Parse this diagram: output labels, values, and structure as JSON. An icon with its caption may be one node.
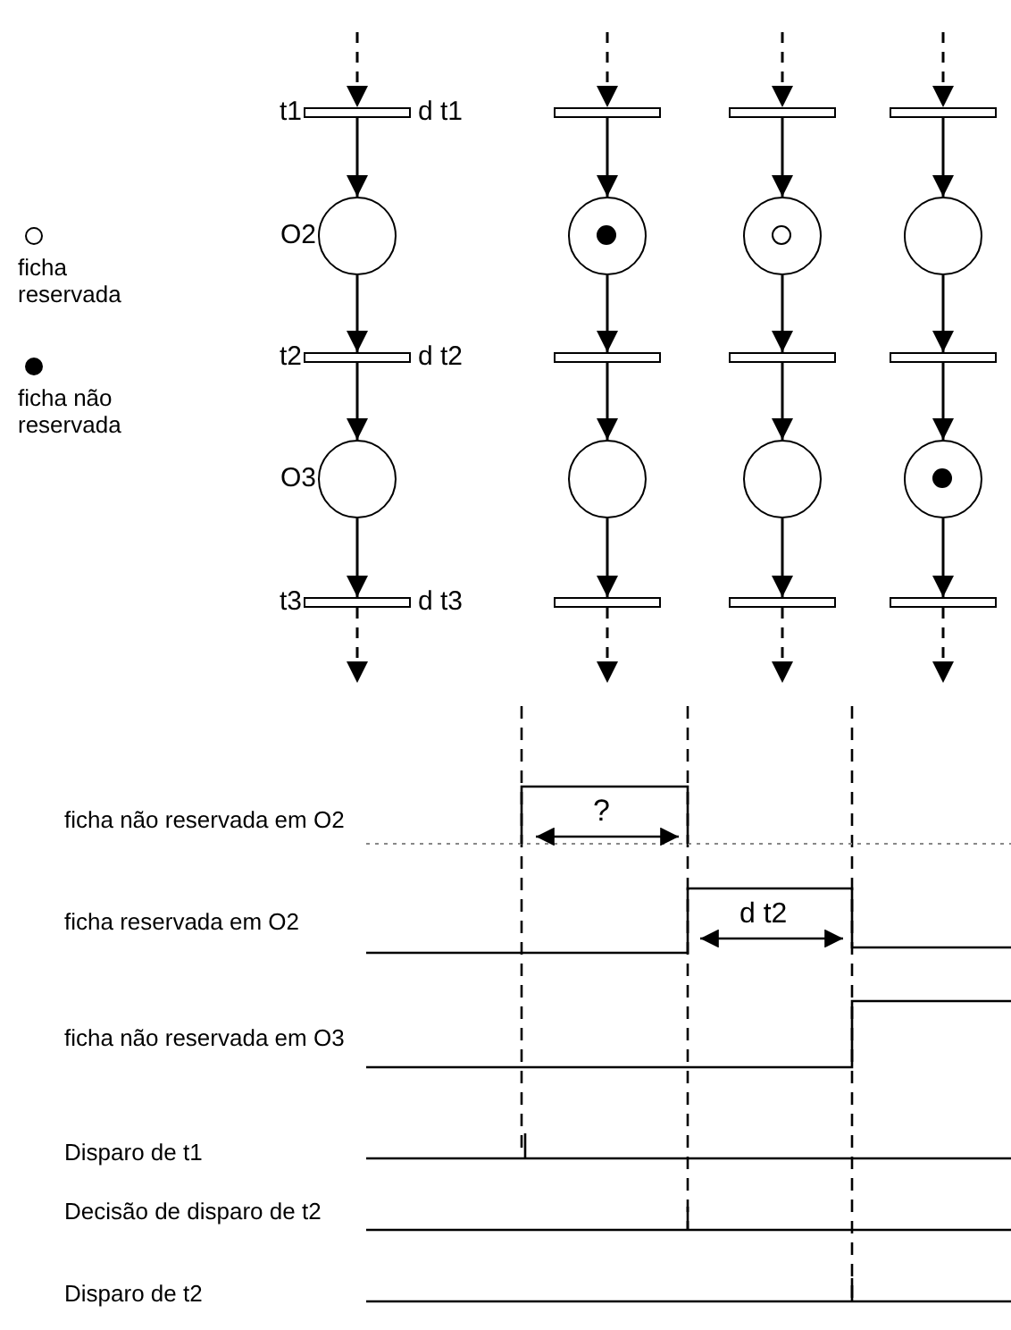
{
  "diagram": {
    "nodes": [
      {
        "text": [
          "t1"
        ],
        "beside": [
          "d t1"
        ]
      },
      {
        "text": [
          "O2"
        ]
      },
      {
        "text": [
          "t2"
        ],
        "beside": [
          "d t2"
        ]
      },
      {
        "text": [
          "O3"
        ]
      },
      {
        "text": [
          "t3"
        ],
        "beside": [
          "d t3"
        ]
      },
      {
        "text": [],
        "shape": "bar"
      },
      {
        "text": [],
        "shape": "circle"
      },
      {
        "text": [],
        "shape": "dot",
        "in": 6
      },
      {
        "text": [],
        "shape": "bar"
      },
      {
        "text": [],
        "shape": "circle"
      },
      {
        "text": [],
        "shape": "bar"
      },
      {
        "text": [],
        "shape": "bar"
      },
      {
        "text": [],
        "shape": "circle"
      },
      {
        "text": [],
        "shape": "circle",
        "in": 12
      },
      {
        "text": [],
        "shape": "bar"
      },
      {
        "text": [],
        "shape": "circle"
      },
      {
        "text": [],
        "shape": "bar"
      },
      {
        "text": [],
        "shape": "bar"
      },
      {
        "text": [],
        "shape": "circle"
      },
      {
        "text": [],
        "shape": "bar"
      },
      {
        "text": [],
        "shape": "circle"
      },
      {
        "text": [],
        "shape": "dot",
        "in": 20
      },
      {
        "text": [],
        "shape": "bar"
      }
    ],
    "edges": [
      {
        "from": null,
        "to": 0,
        "arrow": "to",
        "style": "dashed"
      },
      {
        "from": 0,
        "to": 1,
        "arrow": "to"
      },
      {
        "from": 1,
        "to": 2,
        "arrow": "to"
      },
      {
        "from": 2,
        "to": 3,
        "arrow": "to"
      },
      {
        "from": 3,
        "to": 4,
        "arrow": "to"
      },
      {
        "from": 4,
        "to": null,
        "arrow": "to",
        "style": "dashed"
      },
      {
        "from": null,
        "to": 5,
        "arrow": "to",
        "style": "dashed"
      },
      {
        "from": 5,
        "to": 6,
        "arrow": "to"
      },
      {
        "from": 6,
        "to": 8,
        "arrow": "to"
      },
      {
        "from": 8,
        "to": 9,
        "arrow": "to"
      },
      {
        "from": 9,
        "to": 10,
        "arrow": "to"
      },
      {
        "from": 10,
        "to": null,
        "arrow": "to",
        "style": "dashed"
      },
      {
        "from": null,
        "to": 11,
        "arrow": "to",
        "style": "dashed"
      },
      {
        "from": 11,
        "to": 12,
        "arrow": "to"
      },
      {
        "from": 12,
        "to": 14,
        "arrow": "to"
      },
      {
        "from": 14,
        "to": 15,
        "arrow": "to"
      },
      {
        "from": 15,
        "to": 16,
        "arrow": "to"
      },
      {
        "from": 16,
        "to": null,
        "arrow": "to",
        "style": "dashed"
      },
      {
        "from": null,
        "to": 17,
        "arrow": "to",
        "style": "dashed"
      },
      {
        "from": 17,
        "to": 18,
        "arrow": "to"
      },
      {
        "from": 18,
        "to": 19,
        "arrow": "to"
      },
      {
        "from": 19,
        "to": 20,
        "arrow": "to"
      },
      {
        "from": 20,
        "to": 22,
        "arrow": "to"
      },
      {
        "from": 22,
        "to": null,
        "arrow": "to",
        "style": "dashed"
      }
    ],
    "labels": [
      "ficha não reservada em O2",
      "?",
      "ficha reservada em O2",
      "d t2",
      "ficha não reservada em O3",
      "Disparo de t1",
      "Decisão de disparo de t2",
      "Disparo de t2"
    ],
    "legend": [
      {
        "text": "ficha reservada"
      },
      {
        "text": "ficha não reservada"
      }
    ]
  }
}
